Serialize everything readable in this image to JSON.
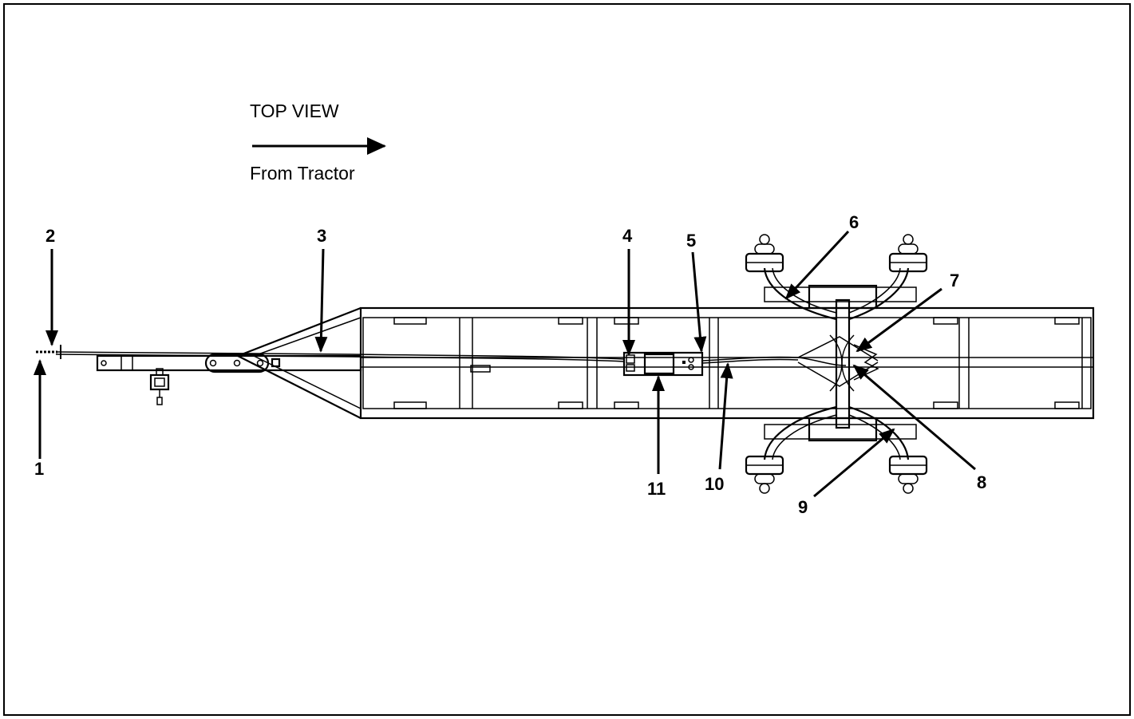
{
  "caption": {
    "view": "TOP VIEW",
    "direction": "From Tractor"
  },
  "callouts": [
    "1",
    "2",
    "3",
    "4",
    "5",
    "6",
    "7",
    "8",
    "9",
    "10",
    "11"
  ]
}
